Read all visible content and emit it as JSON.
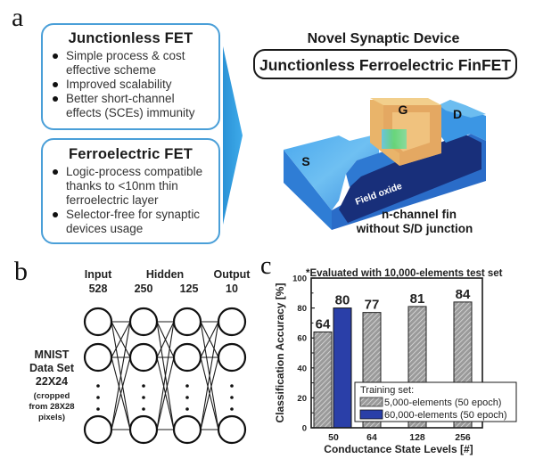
{
  "figure": {
    "panel_labels": [
      "a",
      "b",
      "c"
    ]
  },
  "panel_a": {
    "boxes": [
      {
        "title": "Junctionless FET",
        "bullets": [
          "Simple process & cost effective scheme",
          "Improved scalability",
          "Better short-channel effects (SCEs) immunity"
        ],
        "lines": [
          [
            "Simple process & cost",
            "effective scheme"
          ],
          [
            "Improved scalability"
          ],
          [
            "Better short-channel",
            "effects (SCEs) immunity"
          ]
        ]
      },
      {
        "title": "Ferroelectric FET",
        "bullets": [
          "Logic-process compatible thanks to <10nm thin ferroelectric layer",
          "Selector-free for synaptic devices usage"
        ],
        "lines": [
          [
            "Logic-process compatible",
            "thanks to <10nm thin",
            "ferroelectric layer"
          ],
          [
            "Selector-free for synaptic",
            "devices usage"
          ]
        ]
      }
    ],
    "device_heading": "Novel Synaptic Device",
    "device_name": "Junctionless Ferroelectric FinFET",
    "device_labels": {
      "gate": "G",
      "drain": "D",
      "source": "S",
      "oxide": "Field oxide"
    },
    "caption_lines": [
      "n-channel fin",
      "without S/D junction"
    ],
    "colors": {
      "arrow": "#2f9fe0",
      "box_border": "#4a9fd8",
      "fin_light": "#3d9be6",
      "fin_dark": "#1e4e9c",
      "oxide": "#16307a",
      "gate": "#e8b774",
      "channel": "#58d46a"
    }
  },
  "panel_b": {
    "layers": [
      {
        "name": "Input",
        "size": "528"
      },
      {
        "name": "Hidden",
        "size": "250"
      },
      {
        "name": "",
        "size": "125"
      },
      {
        "name": "Output",
        "size": "10"
      }
    ],
    "dataset_label": [
      "MNIST",
      "Data Set",
      "22X24"
    ],
    "dataset_note": [
      "(cropped",
      "from 28X28",
      "pixels)"
    ]
  },
  "chart_data": {
    "type": "bar",
    "title": "",
    "annotation": "*Evaluated with 10,000-elements test set",
    "xlabel": "Conductance State Levels [#]",
    "ylabel": "Classification Accuracy [%]",
    "ylim": [
      0,
      100
    ],
    "yticks": [
      0,
      20,
      40,
      60,
      80,
      100
    ],
    "categories": [
      "50",
      "64",
      "128",
      "256"
    ],
    "series": [
      {
        "name": "5,000-elements (50 epoch)",
        "values": [
          64,
          77,
          81,
          84
        ],
        "color": "#b0b0b0",
        "pattern": "hatched"
      },
      {
        "name": "60,000-elements (50 epoch)",
        "values": [
          80,
          null,
          null,
          null
        ],
        "color": "#2a3fa8",
        "pattern": "solid"
      }
    ],
    "data_labels": [
      "64",
      "80",
      "77",
      "81",
      "84"
    ],
    "legend": {
      "title": "Training set:",
      "placement": "bottom-right",
      "entries": [
        "5,000-elements (50 epoch)",
        "60,000-elements (50 epoch)"
      ]
    },
    "grid": false
  }
}
